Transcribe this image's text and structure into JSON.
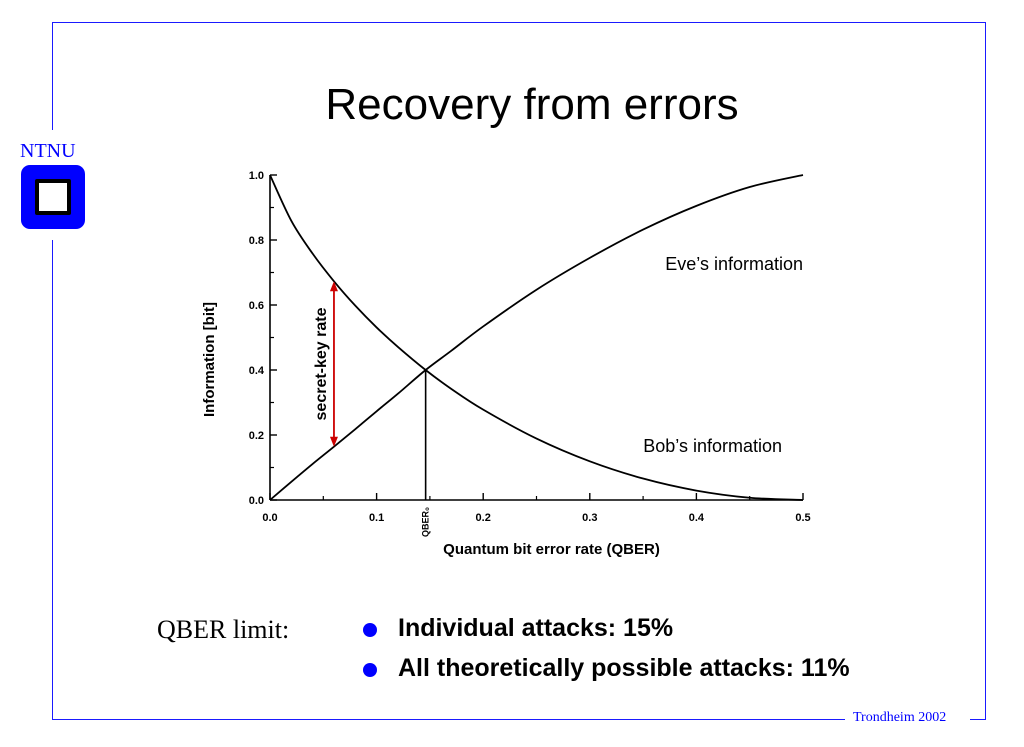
{
  "slide": {
    "title": "Recovery from errors",
    "logo_text": "NTNU",
    "qber_limit_label": "QBER limit:",
    "bullets": [
      "Individual attacks: 15%",
      "All theoretically possible attacks: 11%"
    ],
    "footer": "Trondheim 2002",
    "colors": {
      "frame": "#1a1aff",
      "logo": "#0000ff",
      "bullet": "#0000ff",
      "arrow": "#cc0000"
    }
  },
  "chart_data": {
    "type": "line",
    "xlabel": "Quantum bit error rate (QBER)",
    "ylabel": "Information [bit]",
    "xlim": [
      0,
      0.5
    ],
    "ylim": [
      0,
      1.0
    ],
    "xticks": [
      "0.0",
      "0.1",
      "0.2",
      "0.3",
      "0.4",
      "0.5"
    ],
    "yticks": [
      "0.0",
      "0.2",
      "0.4",
      "0.6",
      "0.8",
      "1.0"
    ],
    "grid": false,
    "series": [
      {
        "name": "Eve’s information",
        "x": [
          0,
          0.02,
          0.04,
          0.06,
          0.08,
          0.1,
          0.12,
          0.146,
          0.17,
          0.2,
          0.25,
          0.3,
          0.35,
          0.4,
          0.45,
          0.5
        ],
        "y": [
          0,
          0.056,
          0.111,
          0.164,
          0.218,
          0.273,
          0.327,
          0.4,
          0.459,
          0.534,
          0.647,
          0.745,
          0.832,
          0.905,
          0.963,
          1.0
        ]
      },
      {
        "name": "Bob’s information",
        "x": [
          0,
          0.02,
          0.04,
          0.06,
          0.08,
          0.1,
          0.12,
          0.146,
          0.17,
          0.2,
          0.25,
          0.3,
          0.35,
          0.4,
          0.45,
          0.5
        ],
        "y": [
          1.0,
          0.859,
          0.758,
          0.673,
          0.598,
          0.531,
          0.471,
          0.4,
          0.342,
          0.278,
          0.189,
          0.119,
          0.066,
          0.029,
          0.007,
          0
        ]
      }
    ],
    "annotations": {
      "qber_marker_label": "QBER₀",
      "qber_marker_x": 0.146,
      "qber_marker_y": 0.4,
      "secret_key_label": "secret-key rate",
      "secret_key_x": 0.06,
      "secret_key_y_low": 0.164,
      "secret_key_y_high": 0.673
    }
  }
}
